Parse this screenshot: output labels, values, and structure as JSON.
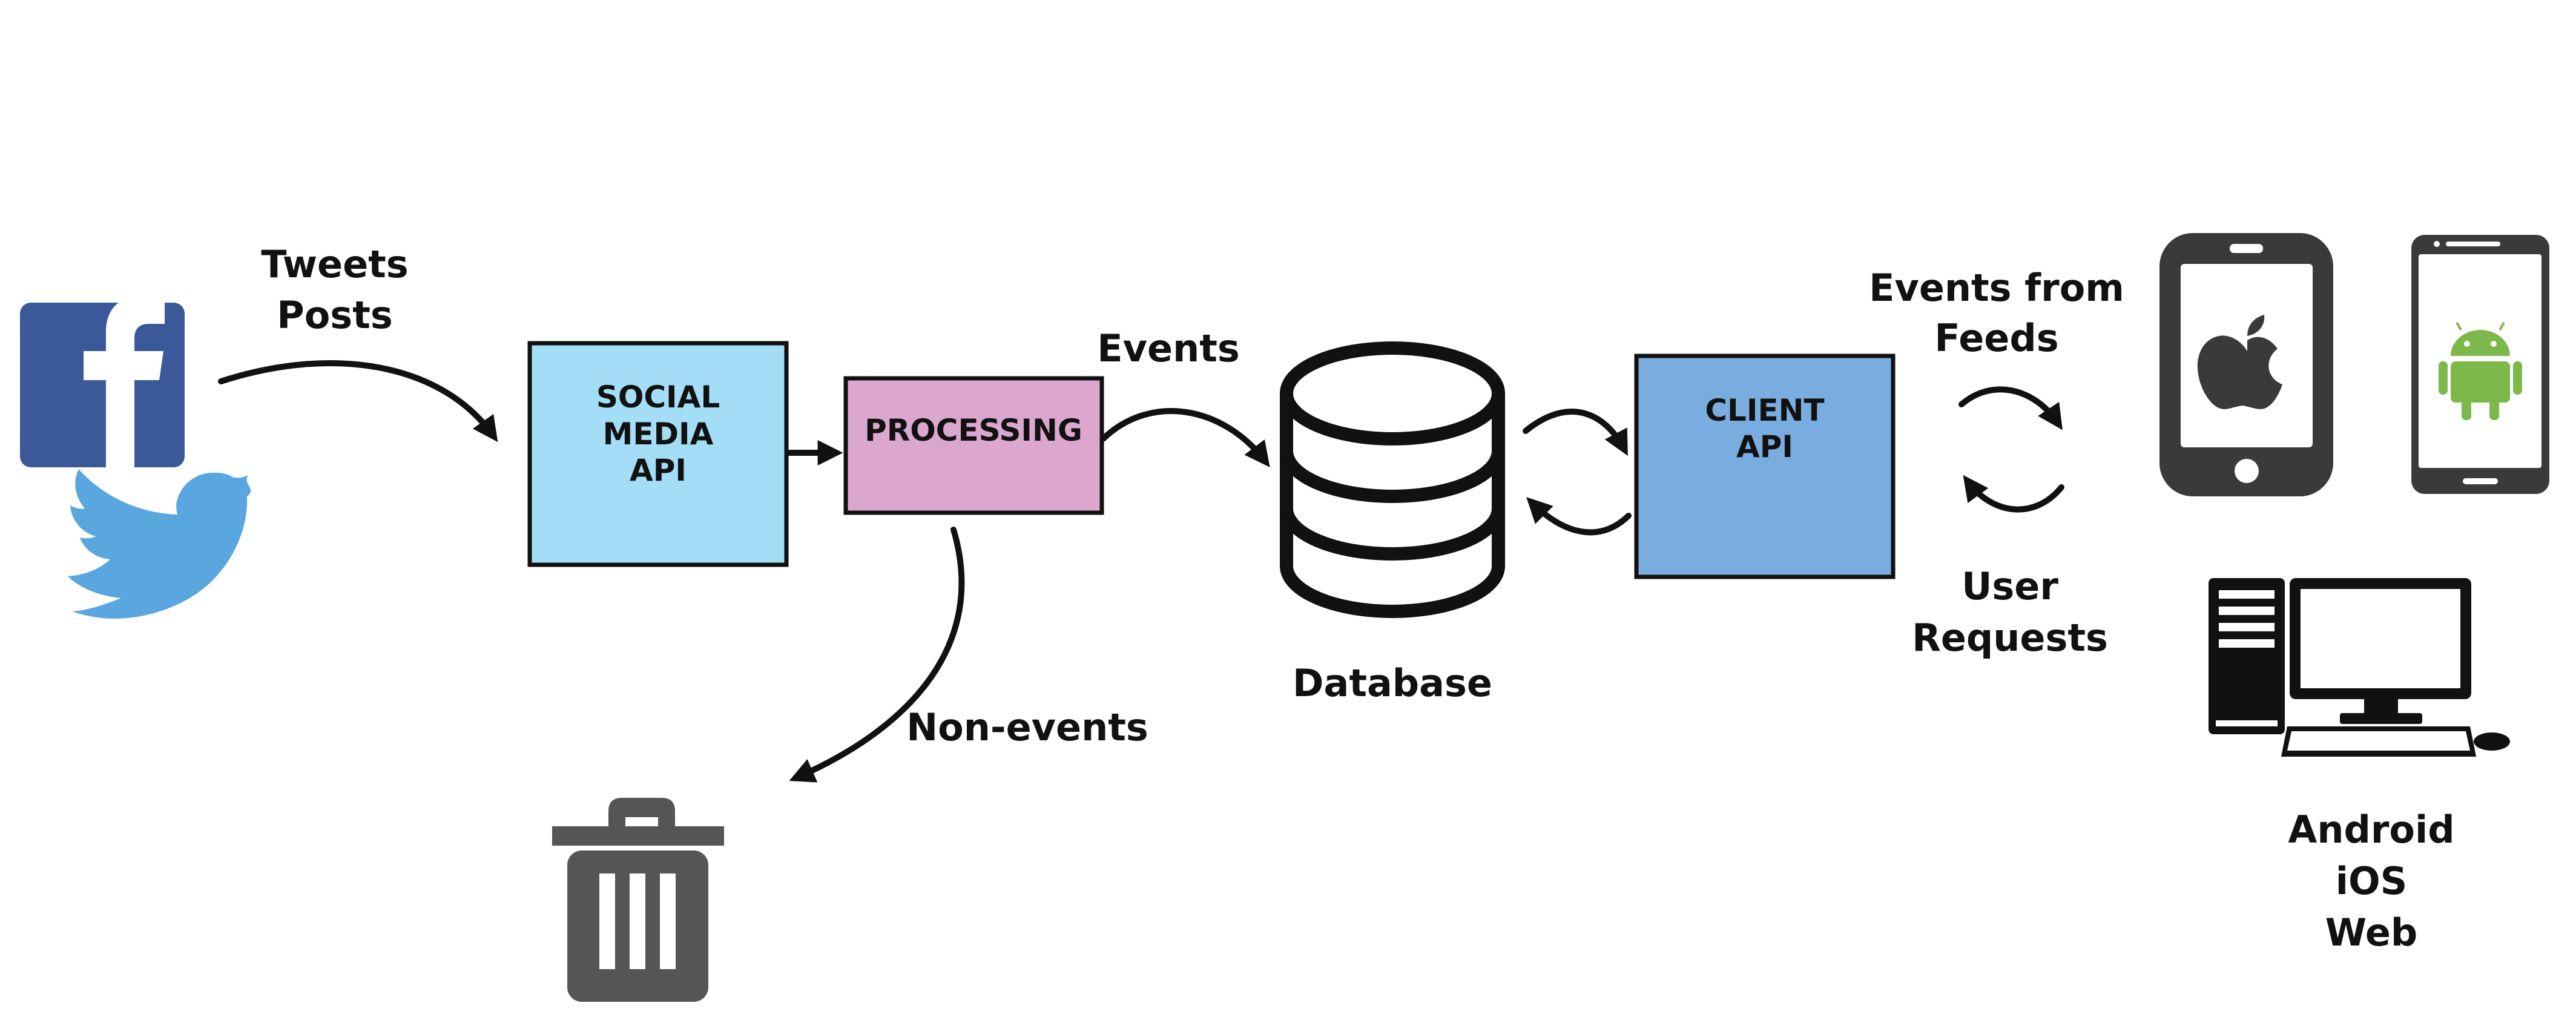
{
  "labels": {
    "tweets": "Tweets",
    "posts": "Posts",
    "events": "Events",
    "non_events": "Non-events",
    "database": "Database",
    "events_from": "Events from",
    "feeds": "Feeds",
    "user": "User",
    "requests": "Requests",
    "android": "Android",
    "ios": "iOS",
    "web": "Web"
  },
  "boxes": {
    "social_media_api": {
      "line1": "SOCIAL",
      "line2": "MEDIA",
      "line3": "API"
    },
    "processing": {
      "line1": "PROCESSING"
    },
    "client_api": {
      "line1": "CLIENT",
      "line2": "API"
    }
  },
  "icons": [
    "facebook-icon",
    "twitter-bird-icon",
    "trash-can-icon",
    "database-icon",
    "apple-phone-icon",
    "android-phone-icon",
    "desktop-computer-icon"
  ],
  "colors": {
    "social_media_api": "#a3ddf6",
    "processing": "#dba7cf",
    "client_api": "#7aaddf",
    "facebook": "#3b5998",
    "twitter": "#5aa6de",
    "android": "#7cb84a",
    "device": "#3a3a3a",
    "trash": "#555555"
  }
}
